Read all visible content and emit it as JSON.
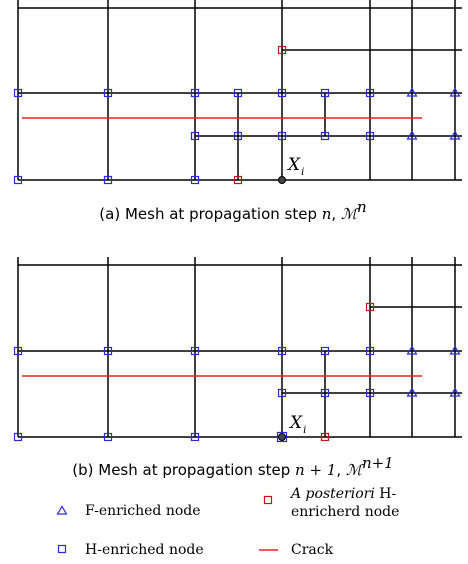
{
  "panel_a": {
    "caption_prefix": "(a) Mesh at propagation step ",
    "caption_step": "n",
    "caption_mid": ", ",
    "caption_mesh": "ℳ",
    "caption_sup": "n",
    "node_label": "X",
    "node_sub": "i"
  },
  "panel_b": {
    "caption_prefix": "(b) Mesh at propagation step ",
    "caption_step": "n + 1",
    "caption_mid": ", ",
    "caption_mesh": "ℳ",
    "caption_sup": "n+1",
    "node_label": "X",
    "node_sub": "i"
  },
  "legend": {
    "f_enriched": "F-enriched node",
    "h_enriched": "H-enriched node",
    "posteriori_italic": "A posteriori",
    "posteriori_rest": " H-",
    "posteriori_line2": "enricherd node",
    "crack": "Crack"
  },
  "colors": {
    "mesh": "#000000",
    "crack": "#e8231f",
    "f_node": "#2b2bd6",
    "h_node": "#2b2bd6",
    "posteriori_node": "#c01818"
  }
}
